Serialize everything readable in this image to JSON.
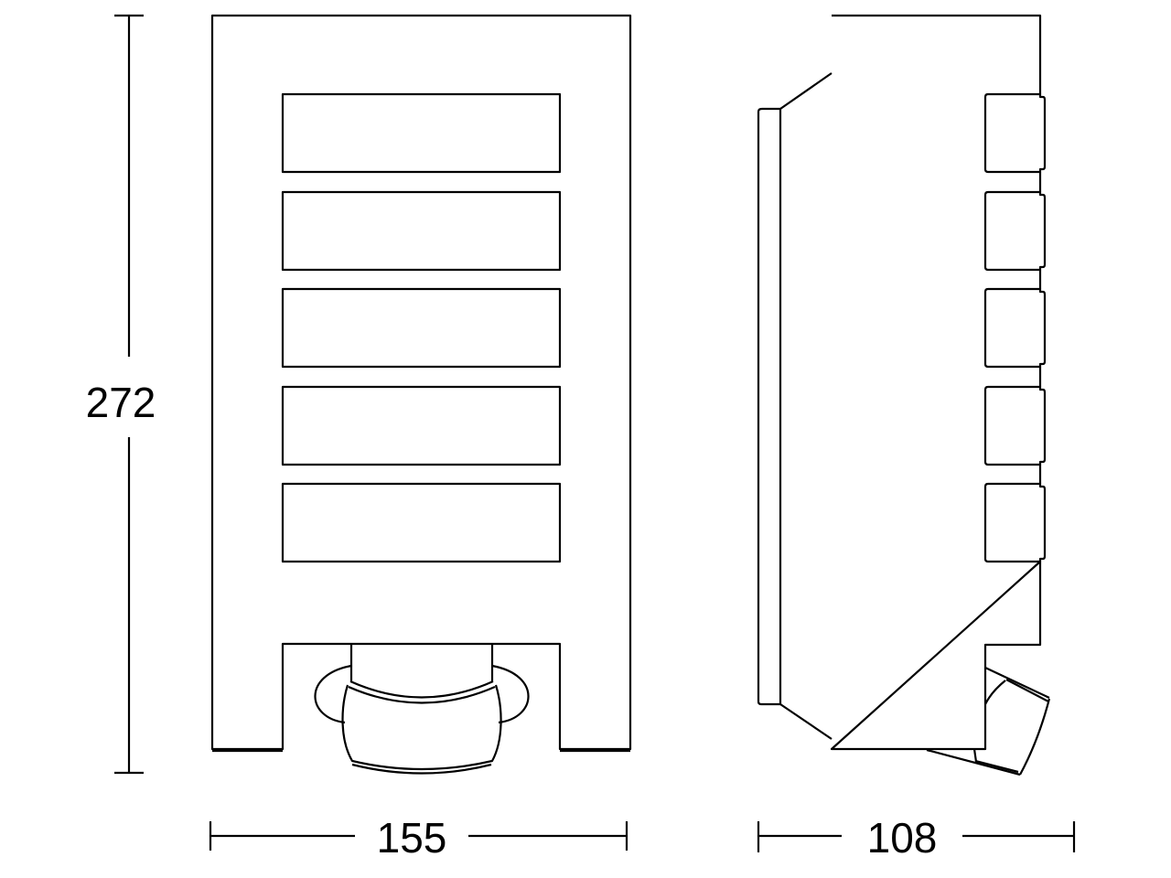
{
  "dimensions": {
    "height": "272",
    "width": "155",
    "depth": "108"
  },
  "colors": {
    "line": "#000000",
    "background": "#ffffff"
  }
}
